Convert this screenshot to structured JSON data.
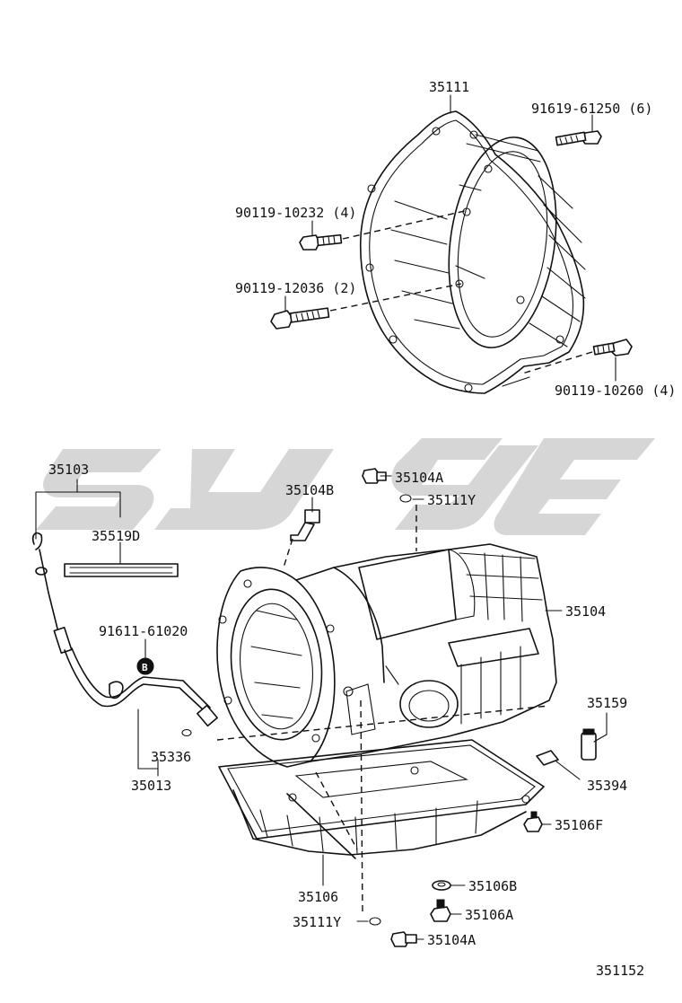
{
  "diagram_id": "351152",
  "colors": {
    "line": "#111111",
    "background": "#ffffff",
    "watermark": "#cfcfcf"
  },
  "parts": {
    "p35111": "35111",
    "p91619": "91619-61250 (6)",
    "p90119_10232": "90119-10232 (4)",
    "p90119_12036": "90119-12036 (2)",
    "p90119_10260": "90119-10260 (4)",
    "p35103": "35103",
    "p35519D": "35519D",
    "p35104A_top": "35104A",
    "p35104B": "35104B",
    "p35111Y_top": "35111Y",
    "p35104": "35104",
    "p91611": "91611-61020",
    "circle_b": "B",
    "p35159": "35159",
    "p35336": "35336",
    "p35013": "35013",
    "p35394": "35394",
    "p35106F": "35106F",
    "p35106": "35106",
    "p35106B": "35106B",
    "p35106A": "35106A",
    "p35111Y_bot": "35111Y",
    "p35104A_bot": "35104A"
  }
}
